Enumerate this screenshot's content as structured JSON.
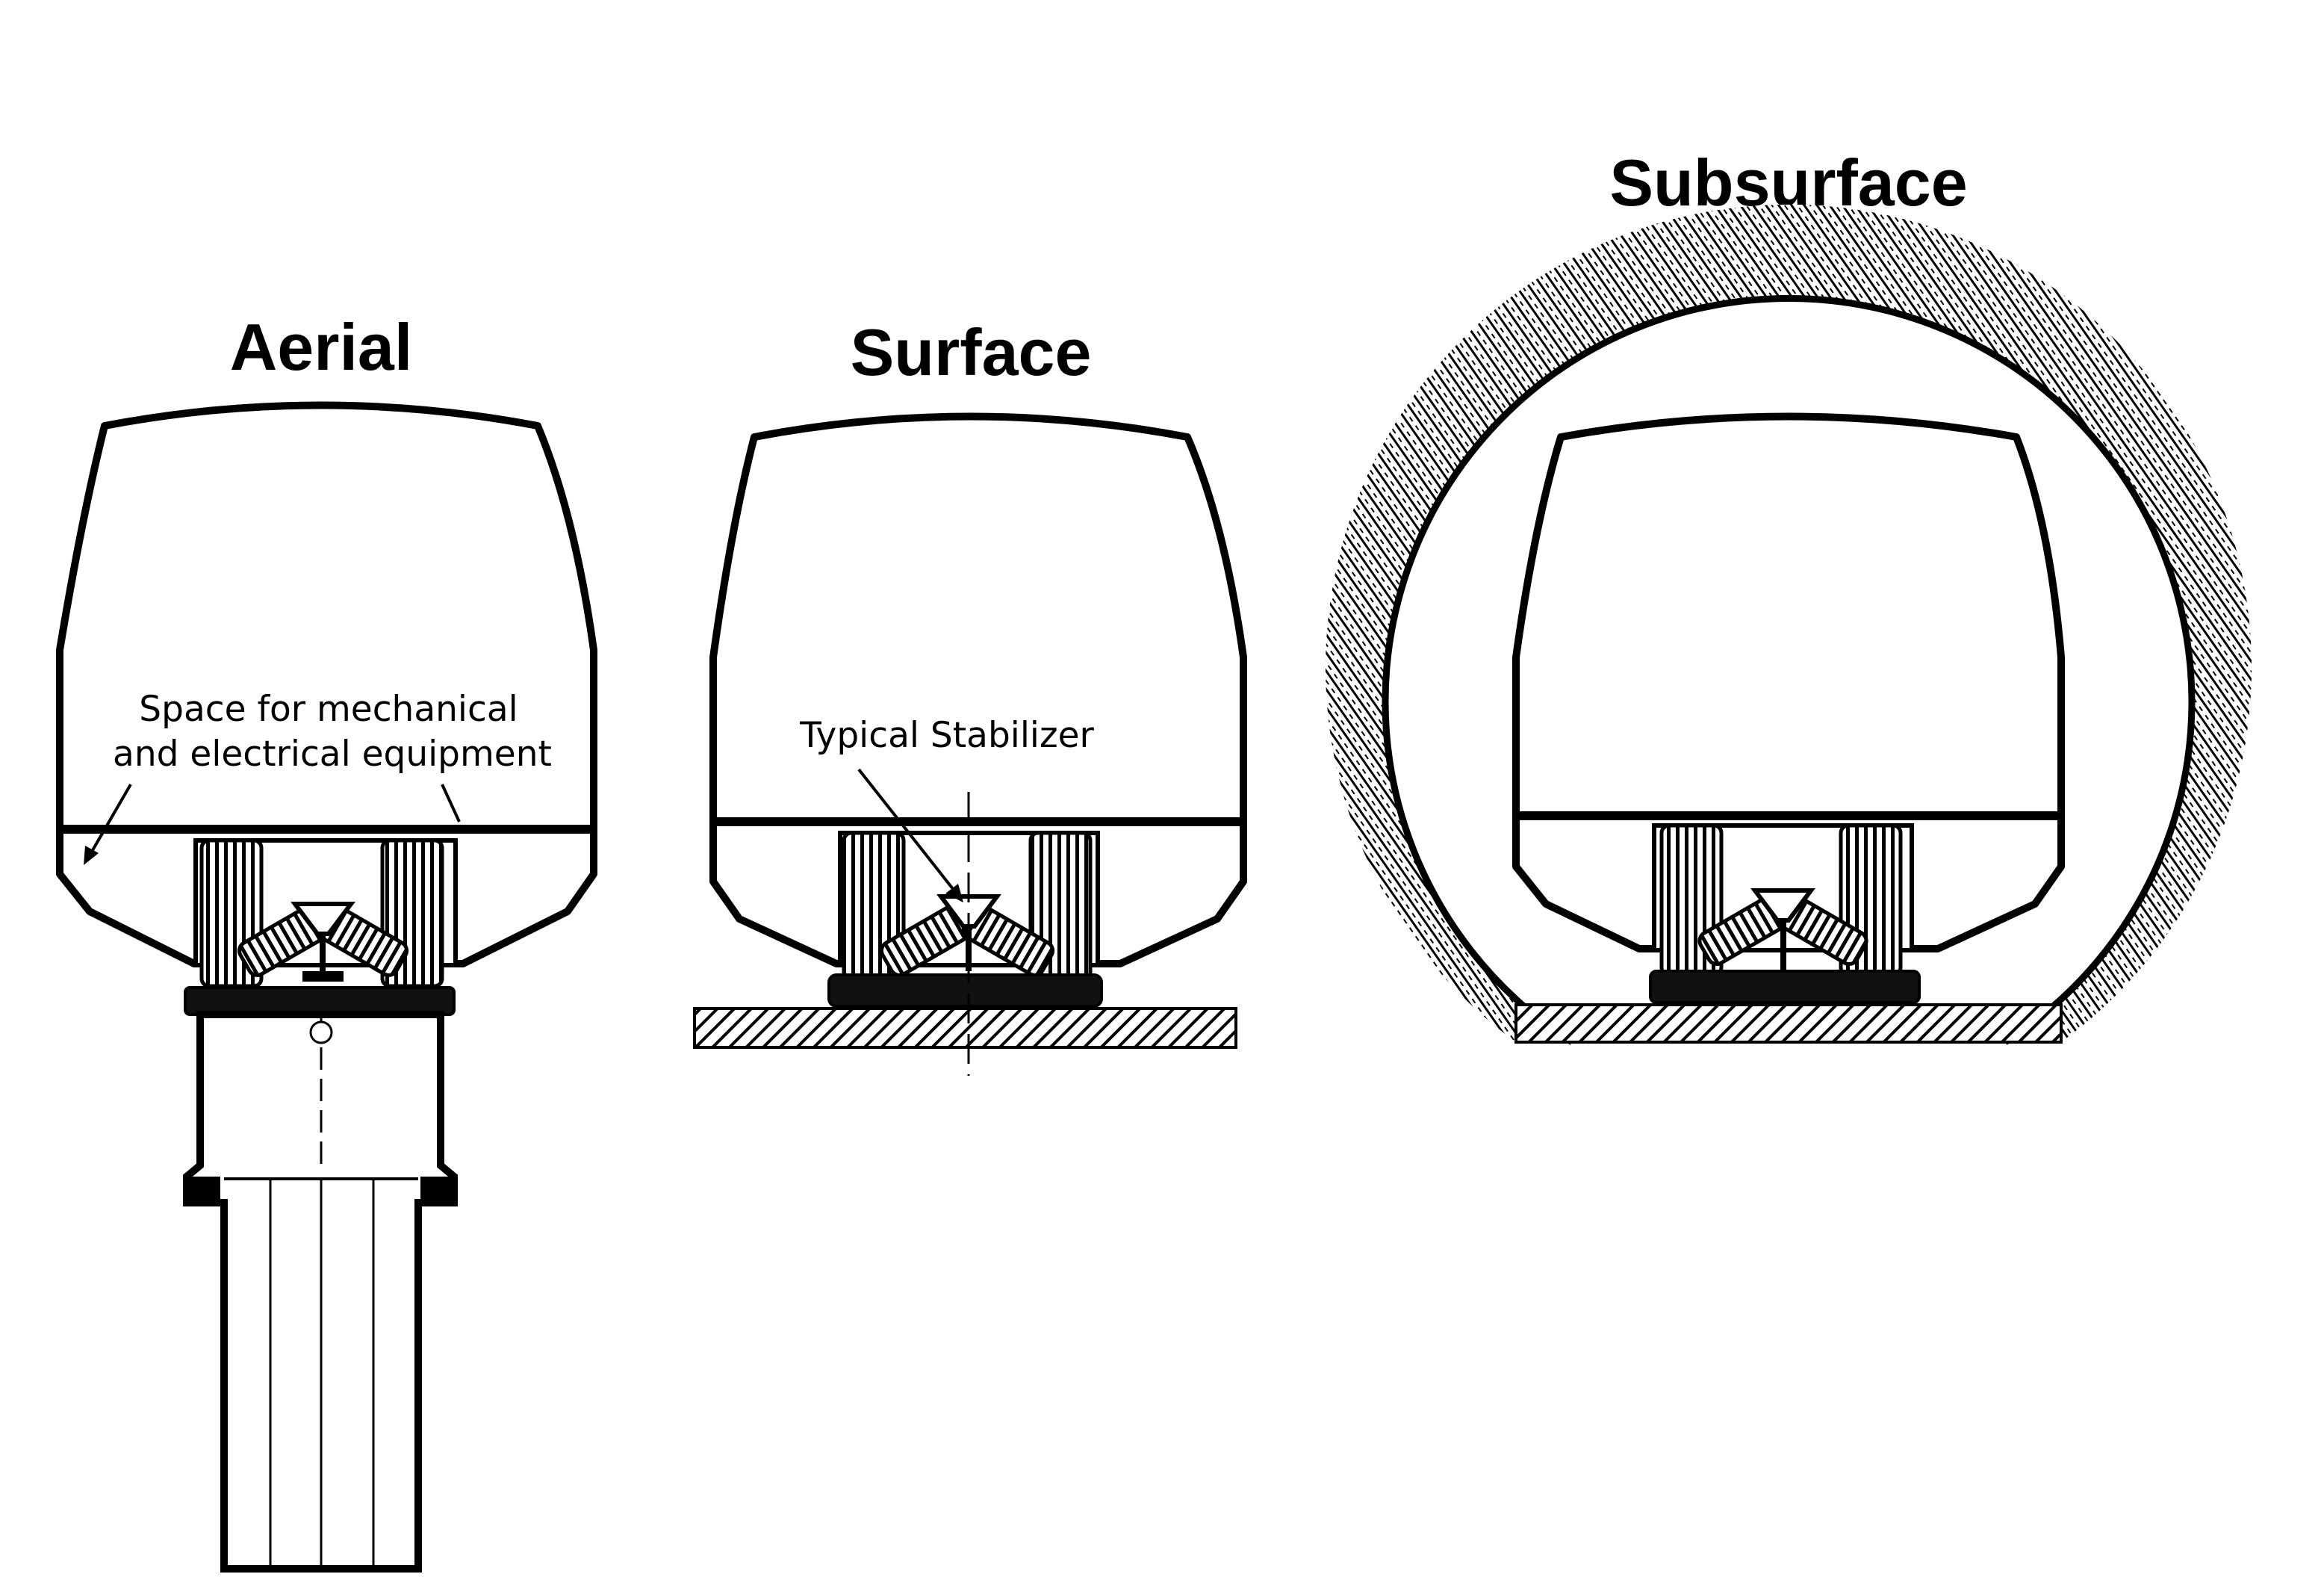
{
  "sections": [
    {
      "id": "aerial",
      "title": "Aerial"
    },
    {
      "id": "surface",
      "title": "Surface"
    },
    {
      "id": "subsurface",
      "title": "Subsurface"
    }
  ],
  "annotations": {
    "equipment_line1": "Space for mechanical",
    "equipment_line2": "and electrical equipment",
    "stabilizer": "Typical Stabilizer"
  },
  "colors": {
    "ink": "#000000",
    "background": "#ffffff"
  }
}
